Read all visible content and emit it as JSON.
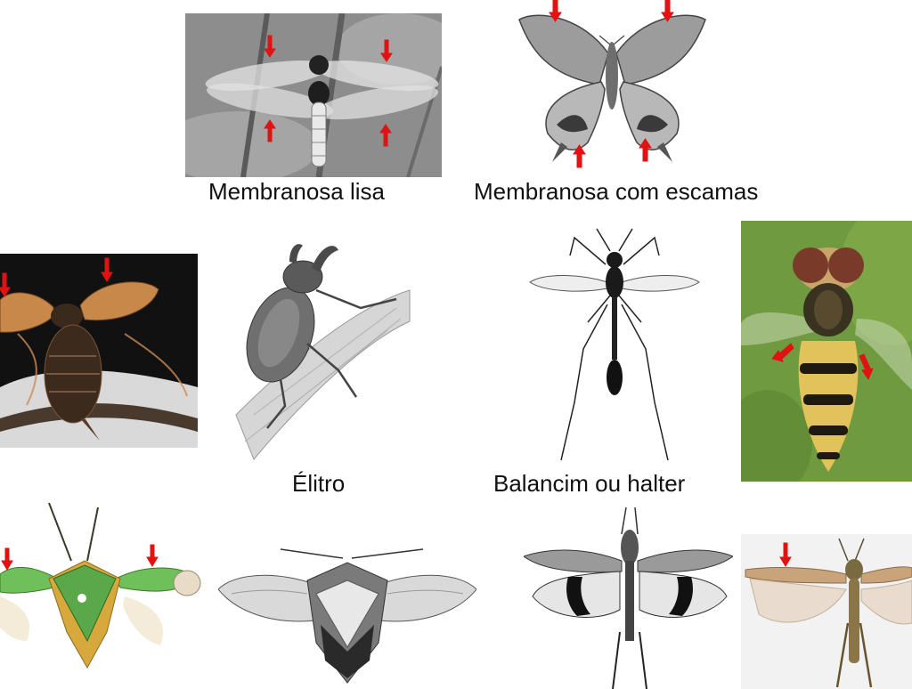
{
  "captions": {
    "membranosa_lisa": "Membranosa lisa",
    "membranosa_escamas": "Membranosa com escamas",
    "elitro": "Élitro",
    "balancim": "Balancim ou halter"
  },
  "colors": {
    "arrow": "#e01212",
    "beetle_wing": "#c8884a",
    "hoverfly_background": "#6f9a3f",
    "hemelytra_green": "#6fbf5a",
    "grasshopper_wing": "#d9b99a"
  },
  "figures": [
    {
      "name": "dragonfly",
      "tone": "grayscale-photo"
    },
    {
      "name": "butterfly",
      "tone": "grayscale-drawing"
    },
    {
      "name": "scarab-beetle",
      "tone": "color-photo"
    },
    {
      "name": "rhinoceros-beetle",
      "tone": "grayscale-drawing"
    },
    {
      "name": "crane-fly",
      "tone": "bw-drawing"
    },
    {
      "name": "hoverfly",
      "tone": "color-photo"
    },
    {
      "name": "green-stink-bug",
      "tone": "color-photo"
    },
    {
      "name": "stink-bug",
      "tone": "grayscale-drawing"
    },
    {
      "name": "grasshopper-drawing",
      "tone": "bw-drawing"
    },
    {
      "name": "grasshopper",
      "tone": "color-photo"
    }
  ]
}
